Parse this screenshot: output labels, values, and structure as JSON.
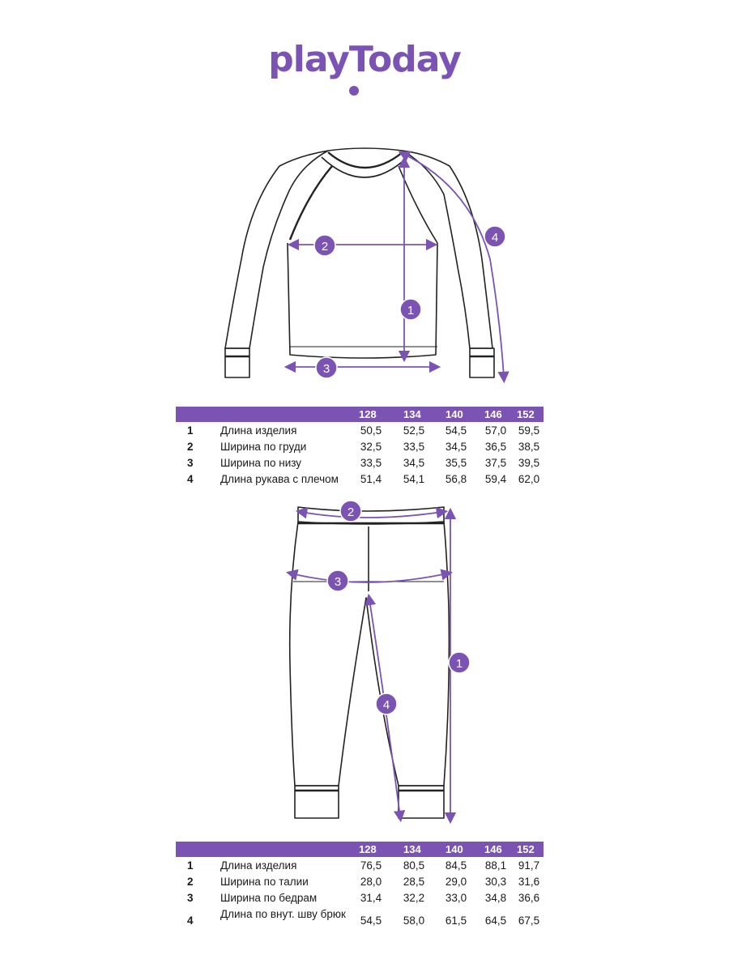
{
  "brand": {
    "logo_text": "playToday",
    "accent_color": "#7b54b3"
  },
  "top": {
    "badges": [
      "1",
      "2",
      "3",
      "4"
    ],
    "sizes": [
      "128",
      "134",
      "140",
      "146",
      "152"
    ],
    "rows": [
      {
        "num": "1",
        "label": "Длина изделия",
        "values": [
          "50,5",
          "52,5",
          "54,5",
          "57,0",
          "59,5"
        ]
      },
      {
        "num": "2",
        "label": "Ширина по груди",
        "values": [
          "32,5",
          "33,5",
          "34,5",
          "36,5",
          "38,5"
        ]
      },
      {
        "num": "3",
        "label": "Ширина по низу",
        "values": [
          "33,5",
          "34,5",
          "35,5",
          "37,5",
          "39,5"
        ]
      },
      {
        "num": "4",
        "label": "Длина рукава с плечом",
        "values": [
          "51,4",
          "54,1",
          "56,8",
          "59,4",
          "62,0"
        ]
      }
    ]
  },
  "bottom": {
    "badges": [
      "1",
      "2",
      "3",
      "4"
    ],
    "sizes": [
      "128",
      "134",
      "140",
      "146",
      "152"
    ],
    "rows": [
      {
        "num": "1",
        "label": "Длина изделия",
        "values": [
          "76,5",
          "80,5",
          "84,5",
          "88,1",
          "91,7"
        ]
      },
      {
        "num": "2",
        "label": "Ширина по талии",
        "values": [
          "28,0",
          "28,5",
          "29,0",
          "30,3",
          "31,6"
        ]
      },
      {
        "num": "3",
        "label": "Ширина по бедрам",
        "values": [
          "31,4",
          "32,2",
          "33,0",
          "34,8",
          "36,6"
        ]
      },
      {
        "num": "4",
        "label": "Длина по внут. шву брюк",
        "values": [
          "54,5",
          "58,0",
          "61,5",
          "64,5",
          "67,5"
        ]
      }
    ]
  }
}
